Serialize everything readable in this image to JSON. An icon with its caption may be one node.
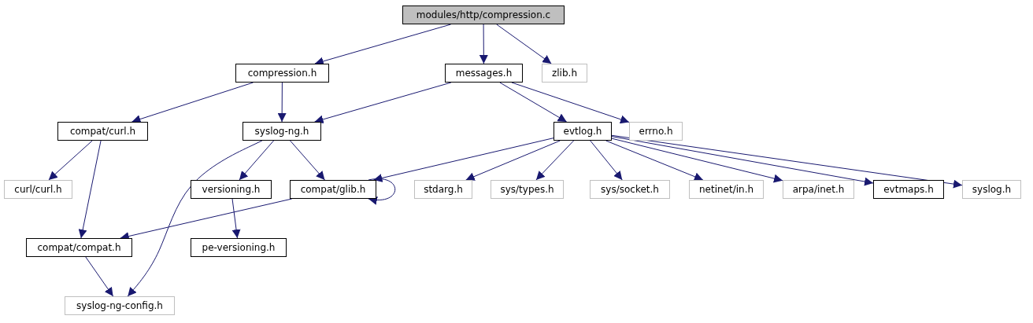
{
  "diagram": {
    "nodes": [
      {
        "text": [
          "modules/http/compression.c"
        ]
      },
      {
        "text": [
          "compression.h"
        ]
      },
      {
        "text": [
          "messages.h"
        ]
      },
      {
        "text": [
          "zlib.h"
        ]
      },
      {
        "text": [
          "compat/curl.h"
        ]
      },
      {
        "text": [
          "syslog-ng.h"
        ]
      },
      {
        "text": [
          "evtlog.h"
        ]
      },
      {
        "text": [
          "errno.h"
        ]
      },
      {
        "text": [
          "curl/curl.h"
        ]
      },
      {
        "text": [
          "versioning.h"
        ]
      },
      {
        "text": [
          "compat/glib.h"
        ]
      },
      {
        "text": [
          "stdarg.h"
        ]
      },
      {
        "text": [
          "sys/types.h"
        ]
      },
      {
        "text": [
          "sys/socket.h"
        ]
      },
      {
        "text": [
          "netinet/in.h"
        ]
      },
      {
        "text": [
          "arpa/inet.h"
        ]
      },
      {
        "text": [
          "evtmaps.h"
        ]
      },
      {
        "text": [
          "syslog.h"
        ]
      },
      {
        "text": [
          "compat/compat.h"
        ]
      },
      {
        "text": [
          "pe-versioning.h"
        ]
      },
      {
        "text": [
          "syslog-ng-config.h"
        ]
      }
    ],
    "edges": [
      {
        "from": 0,
        "to": 1,
        "arrow": "to"
      },
      {
        "from": 0,
        "to": 2,
        "arrow": "to"
      },
      {
        "from": 0,
        "to": 3,
        "arrow": "to"
      },
      {
        "from": 1,
        "to": 4,
        "arrow": "to"
      },
      {
        "from": 1,
        "to": 5,
        "arrow": "to"
      },
      {
        "from": 2,
        "to": 5,
        "arrow": "to"
      },
      {
        "from": 2,
        "to": 6,
        "arrow": "to"
      },
      {
        "from": 2,
        "to": 7,
        "arrow": "to"
      },
      {
        "from": 4,
        "to": 8,
        "arrow": "to"
      },
      {
        "from": 4,
        "to": 18,
        "arrow": "to"
      },
      {
        "from": 5,
        "to": 20,
        "arrow": "to"
      },
      {
        "from": 5,
        "to": 9,
        "arrow": "to"
      },
      {
        "from": 5,
        "to": 10,
        "arrow": "to"
      },
      {
        "from": 6,
        "to": 10,
        "arrow": "to"
      },
      {
        "from": 6,
        "to": 11,
        "arrow": "to"
      },
      {
        "from": 6,
        "to": 12,
        "arrow": "to"
      },
      {
        "from": 6,
        "to": 13,
        "arrow": "to"
      },
      {
        "from": 6,
        "to": 14,
        "arrow": "to"
      },
      {
        "from": 6,
        "to": 15,
        "arrow": "to"
      },
      {
        "from": 6,
        "to": 16,
        "arrow": "to"
      },
      {
        "from": 6,
        "to": 17,
        "arrow": "to"
      },
      {
        "from": 9,
        "to": 19,
        "arrow": "to"
      },
      {
        "from": 10,
        "to": 10,
        "arrow": "to"
      },
      {
        "from": 10,
        "to": 18,
        "arrow": "to"
      },
      {
        "from": 18,
        "to": 20,
        "arrow": "to"
      }
    ]
  }
}
